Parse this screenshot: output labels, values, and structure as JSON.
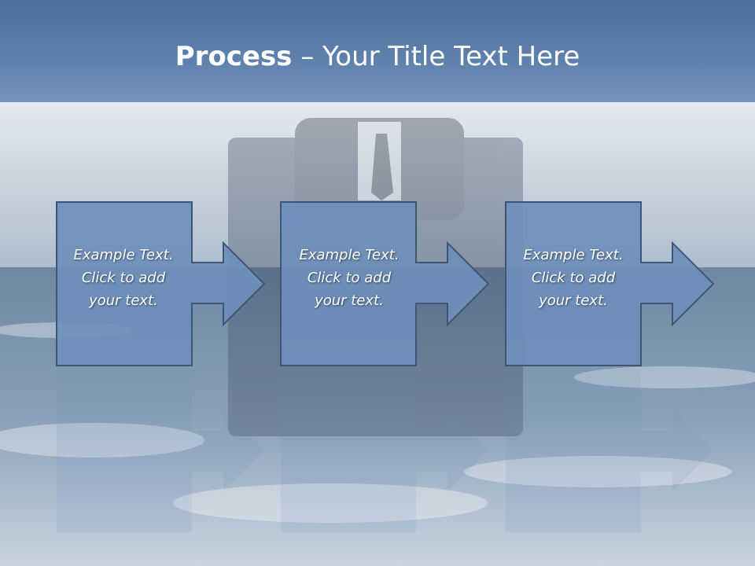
{
  "slide": {
    "title_bold": "Process",
    "title_rest": " – Your Title Text Here"
  },
  "steps": [
    {
      "line1": "Example Text.",
      "line2": "Click  to add",
      "line3": "your text."
    },
    {
      "line1": "Example Text.",
      "line2": "Click  to add",
      "line3": "your text."
    },
    {
      "line1": "Example Text.",
      "line2": "Click  to add",
      "line3": "your text."
    }
  ],
  "colors": {
    "box_fill": "#6d8fbb",
    "box_stroke": "#3e5575",
    "title_band": "#5a7ba8",
    "text": "#ffffff"
  }
}
